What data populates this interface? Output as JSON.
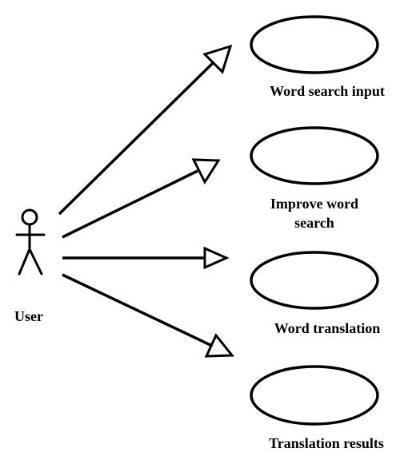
{
  "actor": {
    "name": "User"
  },
  "use_cases": [
    {
      "lines": [
        "Word search input"
      ]
    },
    {
      "lines": [
        "Improve word",
        "search"
      ]
    },
    {
      "lines": [
        "Word translation"
      ]
    },
    {
      "lines": [
        "Translation results"
      ]
    }
  ],
  "colors": {
    "stroke": "#000000",
    "background": "#ffffff"
  }
}
